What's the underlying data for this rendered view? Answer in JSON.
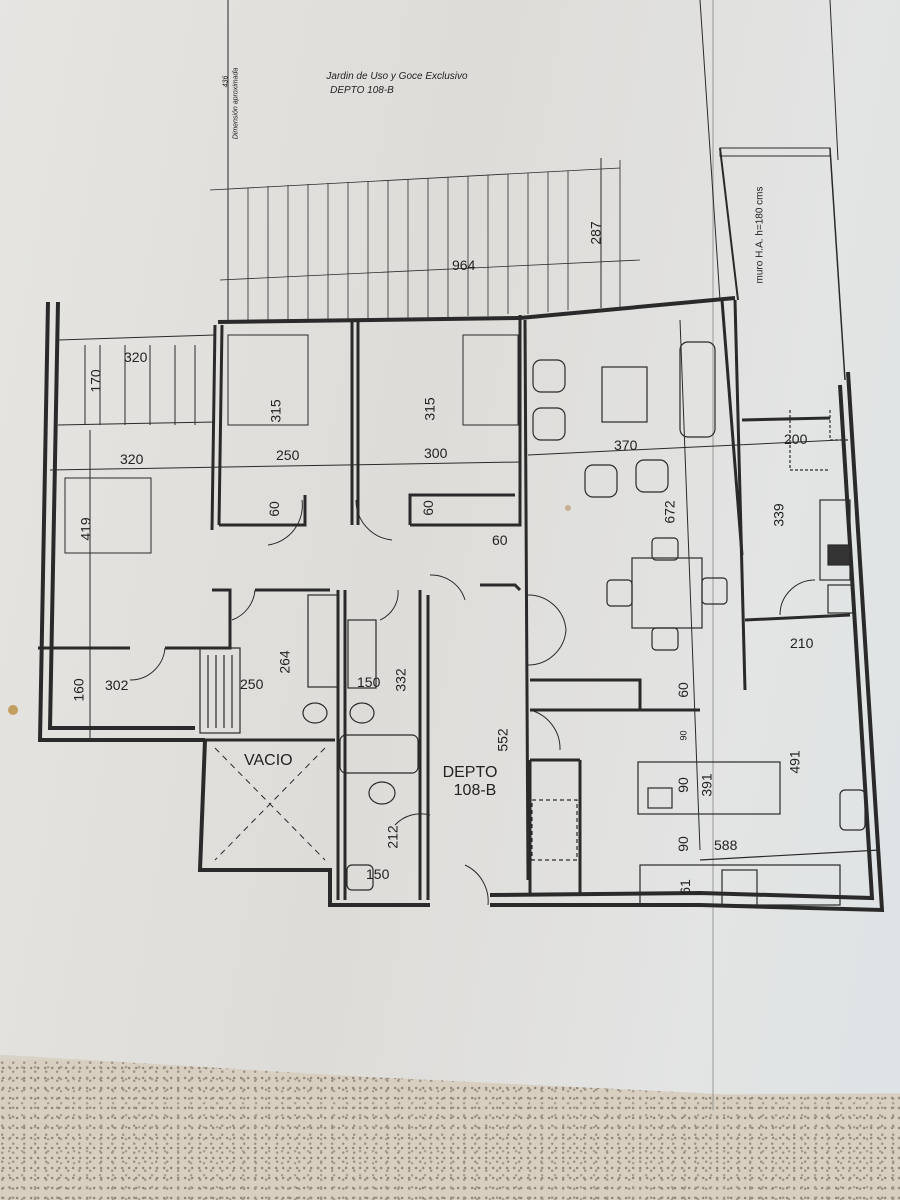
{
  "document": {
    "type": "architectural floor plan (photographed)",
    "header": {
      "title_line1": "Jardin de Uso y Goce Exclusivo",
      "title_line2": "DEPTO 108-B"
    },
    "garden_annotations": {
      "dimension_note": "Dimensión aproximada",
      "dimension_note_value": "436",
      "garden_width": "964",
      "garden_depth": "287",
      "wall_note": "muro H.A. h=180 cms"
    },
    "unit_label": {
      "line1": "DEPTO",
      "line2": "108-B"
    },
    "void_label": "VACIO",
    "dimensions": {
      "terrace_width": "320",
      "terrace_depth": "170",
      "master_bedroom_width": "320",
      "master_bedroom_depth": "419",
      "bedroom2_depth": "315",
      "bedroom2_width": "250",
      "bedroom2_closet": "60",
      "bedroom3_depth": "315",
      "bedroom3_width": "300",
      "bedroom3_closet": "60",
      "hall_closet": "60",
      "living_width": "370",
      "living_depth": "672",
      "laundry_width": "200",
      "laundry_depth": "339",
      "service_width": "210",
      "walkin_width": "302",
      "walkin_depth": "160",
      "bath1_width": "250",
      "bath1_depth": "264",
      "bath2_width": "150",
      "bath2_depth": "332",
      "corridor_length": "552",
      "powder_depth": "212",
      "powder_width": "150",
      "kitchen_counter": "60",
      "kitchen_aisle_1": "90",
      "island_depth": "90",
      "kitchen_depth": "391",
      "kitchen_aisle_2": "90",
      "kitchen_bottom_counter": "61",
      "kitchen_width": "588",
      "kitchen_side": "491"
    },
    "colors": {
      "paper": "#e4e3e0",
      "ink": "#2a2a2a",
      "countertop": "#d8cfc0"
    }
  }
}
